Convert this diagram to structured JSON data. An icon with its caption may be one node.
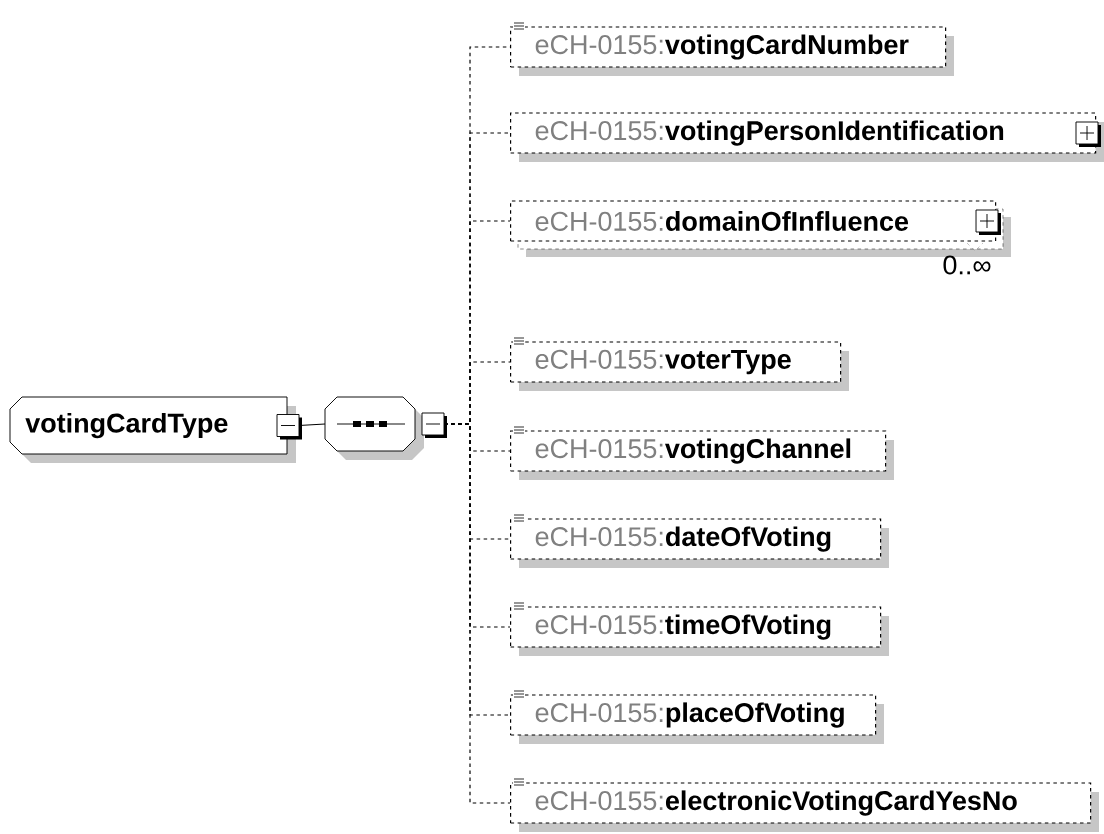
{
  "diagram": {
    "nodes": [
      {
        "text": [
          "votingCardType"
        ]
      },
      {
        "text": [],
        "shape": "octagon"
      },
      {
        "text": [
          "eCH-0155:**votingCardNumber**"
        ]
      },
      {
        "text": [
          "eCH-0155:**votingPersonIdentification**"
        ]
      },
      {
        "text": [
          "eCH-0155:**domainOfInfluence**"
        ],
        "beside": [
          "0..∞"
        ]
      },
      {
        "text": [
          "eCH-0155:**voterType**"
        ]
      },
      {
        "text": [
          "eCH-0155:**votingChannel**"
        ]
      },
      {
        "text": [
          "eCH-0155:**dateOfVoting**"
        ]
      },
      {
        "text": [
          "eCH-0155:**timeOfVoting**"
        ]
      },
      {
        "text": [
          "eCH-0155:**placeOfVoting**"
        ]
      },
      {
        "text": [
          "eCH-0155:**electronicVotingCardYesNo**"
        ]
      }
    ],
    "edges": [
      {
        "from": 0,
        "to": 1,
        "arrow": "none"
      },
      {
        "from": 1,
        "to": 2,
        "arrow": "none",
        "style": "dashed"
      },
      {
        "from": 1,
        "to": 3,
        "arrow": "none",
        "style": "dashed"
      },
      {
        "from": 1,
        "to": 4,
        "arrow": "none",
        "style": "dashed"
      },
      {
        "from": 1,
        "to": 5,
        "arrow": "none",
        "style": "dashed"
      },
      {
        "from": 1,
        "to": 6,
        "arrow": "none",
        "style": "dashed"
      },
      {
        "from": 1,
        "to": 7,
        "arrow": "none",
        "style": "dashed"
      },
      {
        "from": 1,
        "to": 8,
        "arrow": "none",
        "style": "dashed"
      },
      {
        "from": 1,
        "to": 9,
        "arrow": "none",
        "style": "dashed"
      },
      {
        "from": 1,
        "to": 10,
        "arrow": "none",
        "style": "dashed"
      }
    ]
  }
}
